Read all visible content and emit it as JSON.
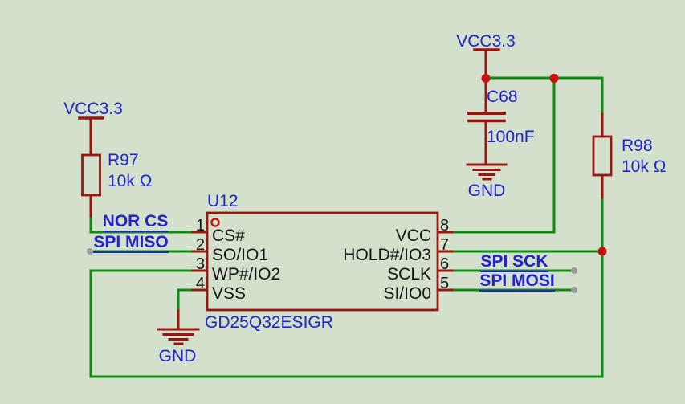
{
  "colors": {
    "background": "#d3e0cb",
    "wire_green": "#0e8c12",
    "component_red": "#9c1310",
    "junction_red": "#c81010",
    "label_blue": "#2121cd",
    "pin_text_black": "#151515",
    "open_end_gray": "#9a9a9a"
  },
  "power_labels": {
    "vcc_left": "VCC3.3",
    "vcc_right": "VCC3.3",
    "gnd_left": "GND",
    "gnd_right": "GND"
  },
  "net_labels": {
    "nor_cs": "NOR CS",
    "spi_miso": "SPI MISO",
    "spi_sck": "SPI SCK",
    "spi_mosi": "SPI MOSI"
  },
  "components": {
    "r97": {
      "ref": "R97",
      "value": "10k Ω"
    },
    "r98": {
      "ref": "R98",
      "value": "10k Ω"
    },
    "c68": {
      "ref": "C68",
      "value": "100nF"
    },
    "u12": {
      "ref": "U12",
      "part": "GD25Q32ESIGR",
      "left_pins": [
        {
          "num": "1",
          "name": "CS#"
        },
        {
          "num": "2",
          "name": "SO/IO1"
        },
        {
          "num": "3",
          "name": "WP#/IO2"
        },
        {
          "num": "4",
          "name": "VSS"
        }
      ],
      "right_pins": [
        {
          "num": "8",
          "name": "VCC"
        },
        {
          "num": "7",
          "name": "HOLD#/IO3"
        },
        {
          "num": "6",
          "name": "SCLK"
        },
        {
          "num": "5",
          "name": "SI/IO0"
        }
      ]
    }
  }
}
